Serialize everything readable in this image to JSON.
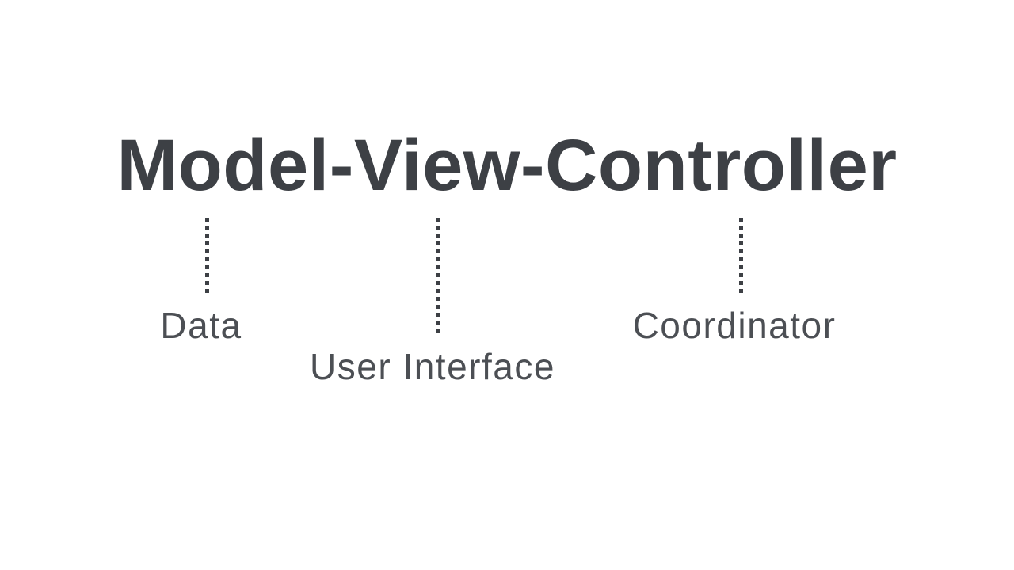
{
  "slide": {
    "title": "Model-View-Controller",
    "annotations": [
      {
        "component": "Model",
        "label": "Data"
      },
      {
        "component": "View",
        "label": "User Interface"
      },
      {
        "component": "Controller",
        "label": "Coordinator"
      }
    ],
    "colors": {
      "title_ink": "#3d4045",
      "label_ink": "#4c4f54",
      "connector_ink": "#3d4045",
      "background": "#ffffff"
    }
  }
}
